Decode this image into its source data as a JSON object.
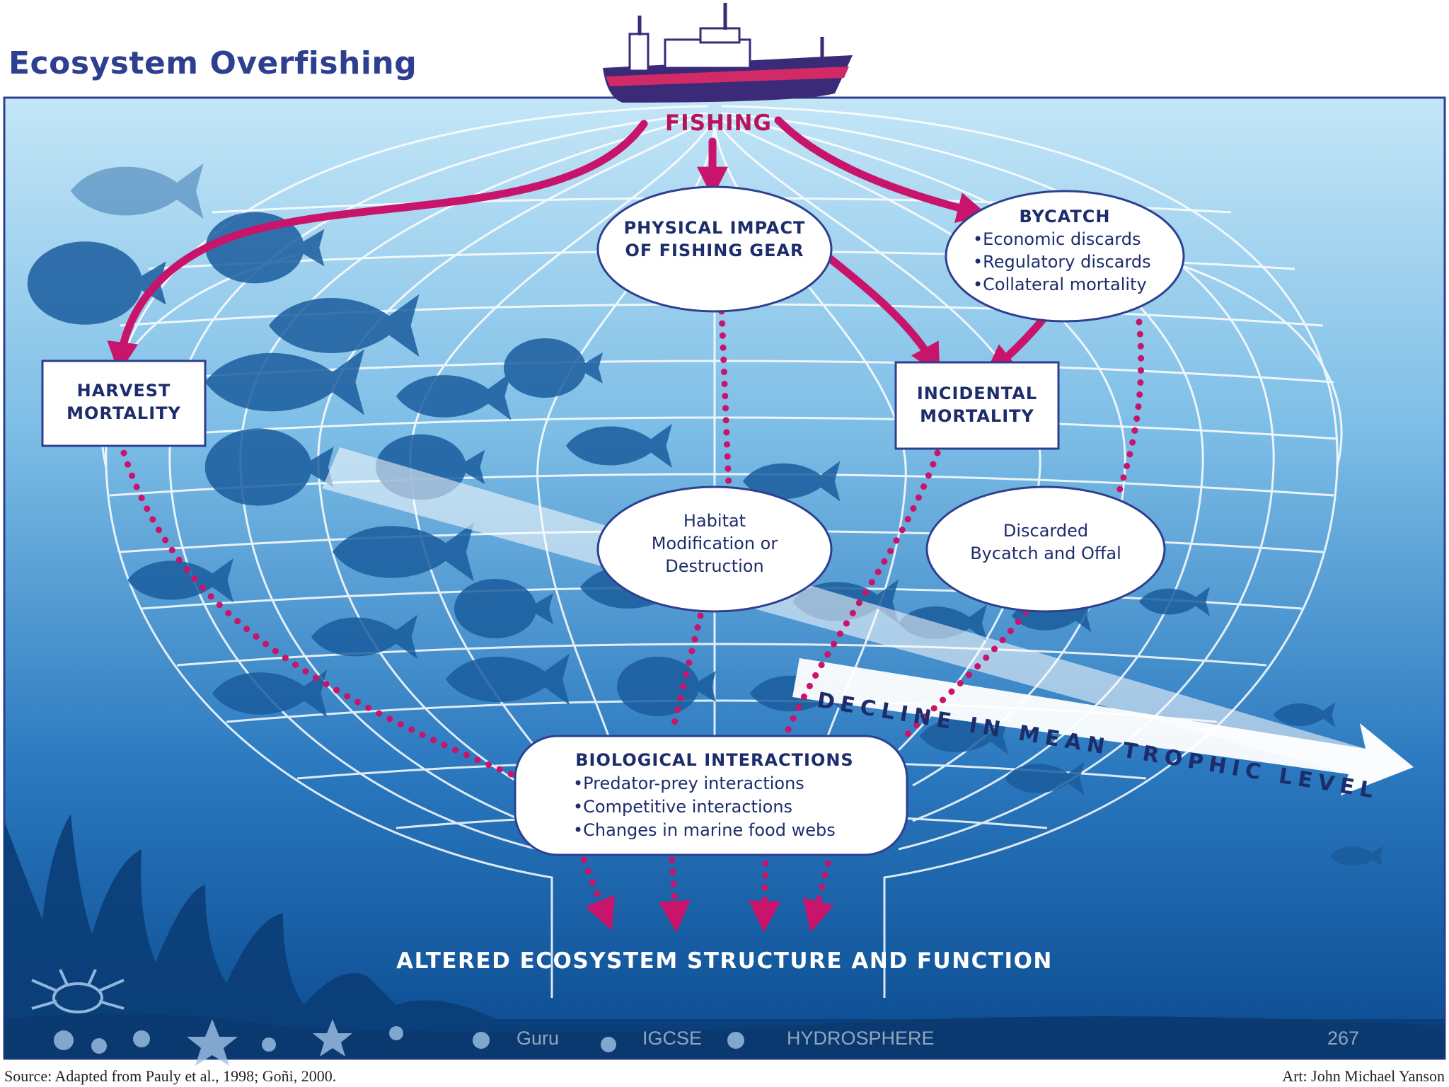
{
  "heading": "Ecosystem Overfishing",
  "fishing": "FISHING",
  "harvest": {
    "line1": "HARVEST",
    "line2": "MORTALITY"
  },
  "incidental": {
    "line1": "INCIDENTAL",
    "line2": "MORTALITY"
  },
  "physical": {
    "line1": "PHYSICAL IMPACT",
    "line2": "OF FISHING GEAR"
  },
  "bycatch": {
    "title": "BYCATCH",
    "items": [
      "Economic discards",
      "Regulatory discards",
      "Collateral mortality"
    ]
  },
  "habitat": {
    "line1": "Habitat",
    "line2": "Modification or",
    "line3": "Destruction"
  },
  "discarded": {
    "line1": "Discarded",
    "line2": "Bycatch and Offal"
  },
  "biological": {
    "title": "BIOLOGICAL INTERACTIONS",
    "items": [
      "Predator-prey interactions",
      "Competitive interactions",
      "Changes in marine food webs"
    ]
  },
  "trophic": "DECLINE IN MEAN TROPHIC LEVEL",
  "bottom": "ALTERED ECOSYSTEM STRUCTURE AND FUNCTION",
  "footer": {
    "left": "Guru",
    "center1": "IGCSE",
    "center2": "HYDROSPHERE",
    "page": "267"
  },
  "source": "Source: Adapted from Pauly et al., 1998; Goñi, 2000.",
  "art": "Art: John Michael Yanson",
  "colors": {
    "arrow": "#c8146a",
    "title": "#2d3f8e",
    "ocean_top": "#bfe3f5",
    "ocean_bottom": "#0e4e93"
  }
}
